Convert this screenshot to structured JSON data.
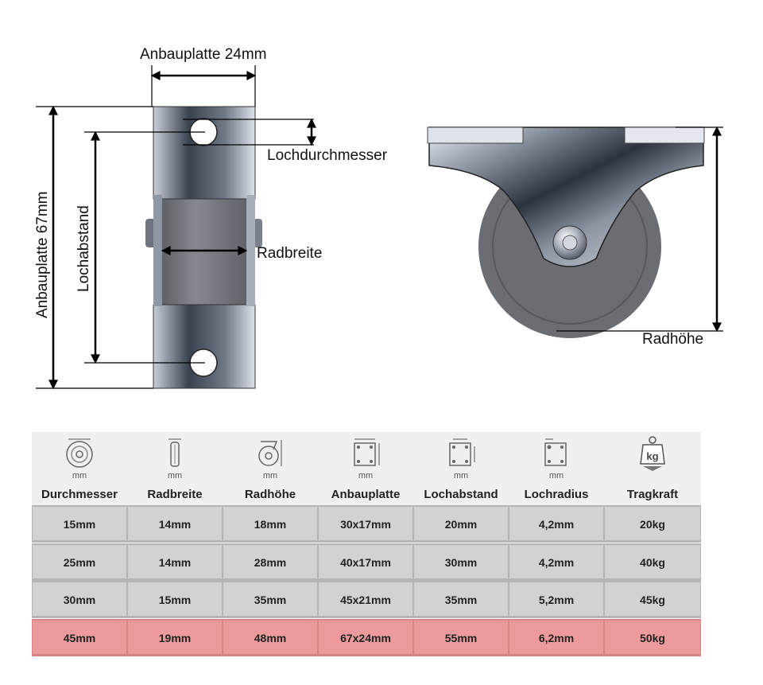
{
  "diagram": {
    "labels": {
      "plate_width": "Anbauplatte 24mm",
      "hole_diameter": "Lochdurchmesser",
      "plate_height": "Anbauplatte 67mm",
      "hole_spacing": "Lochabstand",
      "wheel_width": "Radbreite",
      "wheel_height": "Radhöhe"
    }
  },
  "table": {
    "unit": "mm",
    "weight_icon_text": "kg",
    "headers": [
      "Durchmesser",
      "Radbreite",
      "Radhöhe",
      "Anbauplatte",
      "Lochabstand",
      "Lochradius",
      "Tragkraft"
    ],
    "icons": [
      "wheel-diameter-icon",
      "wheel-width-icon",
      "wheel-height-icon",
      "mounting-plate-icon",
      "hole-spacing-icon",
      "hole-radius-icon",
      "weight-icon"
    ],
    "rows": [
      {
        "cells": [
          "15mm",
          "14mm",
          "18mm",
          "30x17mm",
          "20mm",
          "4,2mm",
          "20kg"
        ],
        "highlighted": false
      },
      {
        "cells": [
          "25mm",
          "14mm",
          "28mm",
          "40x17mm",
          "30mm",
          "4,2mm",
          "40kg"
        ],
        "highlighted": false
      },
      {
        "cells": [
          "30mm",
          "15mm",
          "35mm",
          "45x21mm",
          "35mm",
          "5,2mm",
          "45kg"
        ],
        "highlighted": false
      },
      {
        "cells": [
          "45mm",
          "19mm",
          "48mm",
          "67x24mm",
          "55mm",
          "6,2mm",
          "50kg"
        ],
        "highlighted": true
      }
    ],
    "colors": {
      "row": "#d2d2d2",
      "highlight": "#ec9a9b",
      "header_bg": "#f0f0f0"
    }
  }
}
